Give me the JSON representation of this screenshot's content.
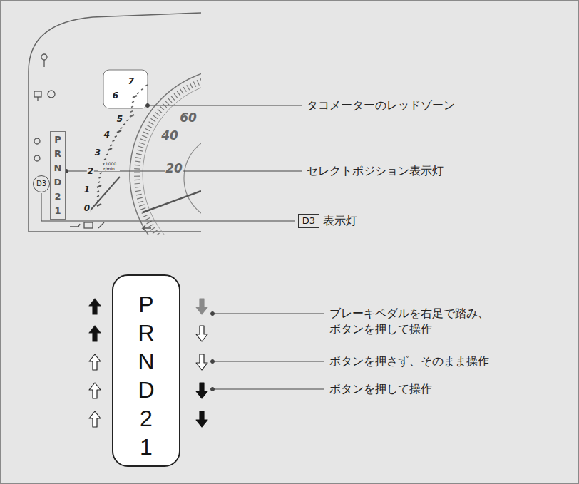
{
  "diagram": {
    "nodes": [
      {
        "text": [
          "P",
          "R",
          "N",
          "D",
          "2",
          "1"
        ]
      },
      {
        "text": [
          "D3"
        ]
      },
      {
        "text": [
          "D3"
        ]
      },
      {
        "text": [
          "P",
          "R",
          "N",
          "D",
          "2",
          "1"
        ]
      }
    ],
    "labels": [
      "タコメーターのレッドゾーン",
      "セレクトポジション表示灯",
      "表示灯",
      "ブレーキペダルを右足で踏み、 ボタンを押して操作",
      "ボタンを押さず、そのまま操作",
      "ボタンを押して操作",
      "0",
      "1",
      "2",
      "3",
      "4",
      "5",
      "6",
      "7",
      "×1000 r/min",
      "20",
      "40",
      "60"
    ]
  }
}
